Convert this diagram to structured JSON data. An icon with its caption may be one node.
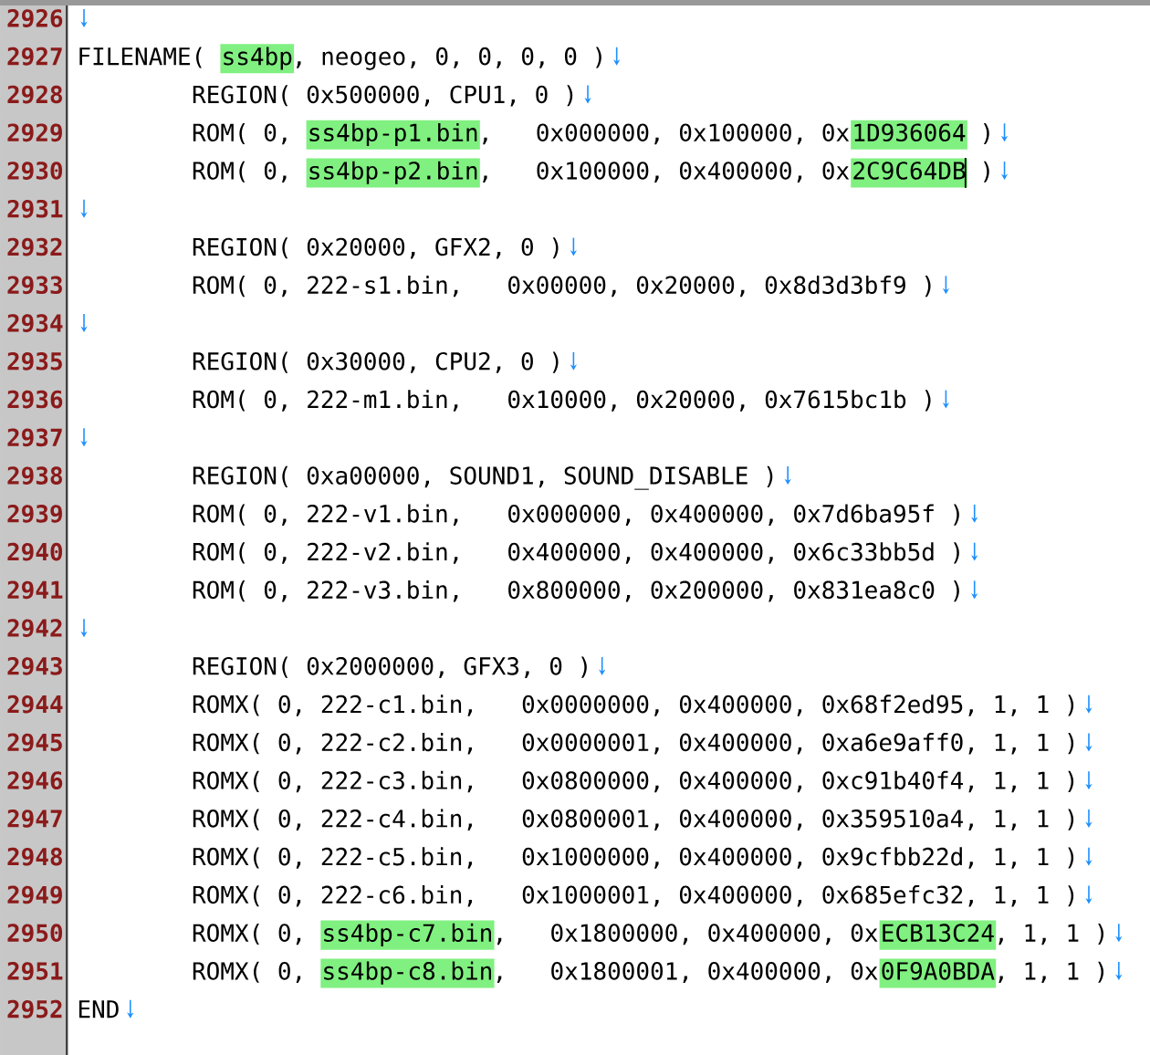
{
  "diagram": {
    "labels": [
      "2926",
      "2927",
      "FILENAME(",
      "ss4bp",
      ", neogeo, 0, 0, 0, 0 )",
      "2928",
      "REGION( 0x500000, CPU1, 0 )",
      "2929",
      "ROM( 0,",
      "ss4bp-p1.bin",
      ",",
      "0x000000, 0x100000, 0x",
      "1D936064",
      ")",
      "2930",
      "ROM( 0,",
      "ss4bp-p2.bin",
      ",",
      "0x100000, 0x400000, 0x",
      "2C9C64DB",
      ")",
      "2931",
      "2932",
      "REGION( 0x20000, GFX2, 0 )",
      "2933",
      "ROM( 0, 222-s1.bin,",
      "0x00000, 0x20000, 0x8d3d3bf9 )",
      "2934",
      "2935",
      "REGION( 0x30000, CPU2, 0 )",
      "2936",
      "ROM( 0, 222-m1.bin,",
      "0x10000, 0x20000, 0x7615bc1b )",
      "2937",
      "2938",
      "REGION( 0xa00000, SOUND1, SOUND_DISABLE )",
      "2939",
      "ROM( 0, 222-v1.bin,",
      "0x000000, 0x400000, 0x7d6ba95f )",
      "2940",
      "ROM( 0, 222-v2.bin,",
      "0x400000, 0x400000, 0x6c33bb5d )",
      "2941",
      "ROM( 0, 222-v3.bin,",
      "0x800000, 0x200000, 0x831ea8c0 )",
      "2942",
      "2943",
      "REGION( 0x2000000, GFX3, 0 )",
      "2944",
      "ROMX( 0, 222-c1.bin,",
      "0x0000000, 0x400000, 0x68f2ed95, 1, 1 )",
      "2945",
      "ROMX( 0, 222-c2.bin,",
      "0x0000001, 0x400000, 0xa6e9aff0, 1, 1 )",
      "2946",
      "ROMX( 0, 222-c3.bin,",
      "0x0800000, 0x400000, 0xc91b40f4, 1, 1 )",
      "2947",
      "ROMX( 0, 222-c4.bin,",
      "0x0800001, 0x400000, 0x359510a4, 1, 1 )",
      "2948",
      "ROMX( 0, 222-c5.bin,",
      "0x1000000, 0x400000, 0x9cfbb22d, 1, 1 )",
      "2949",
      "ROMX( 0, 222-c6.bin,",
      "0x1000001, 0x400000, 0x685efc32, 1, 1 )",
      "2950",
      "ROMX( 0,",
      "ss4bp-c7.bin",
      ",",
      "0x1800000, 0x400000, 0x",
      "ECB13C24",
      ", 1, 1 )",
      "2951",
      "ROMX( 0,",
      "ss4bp-c8.bin",
      ",",
      "0x1800001, 0x400000, 0x",
      "0F9A0BDA",
      ", 1, 1 )",
      "2952",
      "END"
    ]
  }
}
